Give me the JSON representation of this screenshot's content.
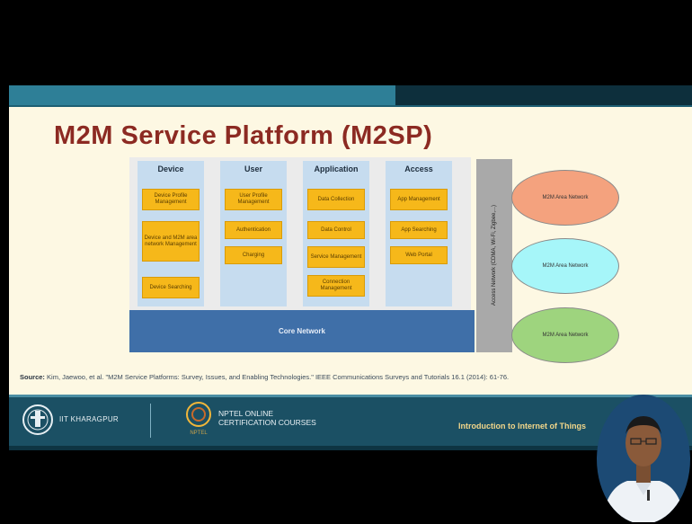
{
  "slide": {
    "title": "M2M Service Platform (M2SP)",
    "columns": [
      {
        "header": "Device",
        "items": [
          "Device Profile Management",
          "Device and M2M area network Management",
          "Device Searching"
        ]
      },
      {
        "header": "User",
        "items": [
          "User Profile Management",
          "Authentication",
          "Charging"
        ]
      },
      {
        "header": "Application",
        "items": [
          "Data Collection",
          "Data Control",
          "Service Management",
          "Connection Management"
        ]
      },
      {
        "header": "Access",
        "items": [
          "App Management",
          "App Searching",
          "Web Portal"
        ]
      }
    ],
    "core_network": "Core Network",
    "access_network": "Access Network (CDMA, Wi-Fi, Zigbee,...)",
    "area_networks": [
      {
        "label": "M2M Area Network",
        "color": "#f4a27e"
      },
      {
        "label": "M2M Area Network",
        "color": "#a6f6f9"
      },
      {
        "label": "M2M Area Network",
        "color": "#9ed47e"
      }
    ],
    "source_label": "Source:",
    "source_text": "Kim, Jaewoo, et al. \"M2M Service Platforms: Survey, Issues, and Enabling Technologies.\" IEEE Communications Surveys and Tutorials 16.1 (2014): 61-76."
  },
  "footer": {
    "institute": "IIT KHARAGPUR",
    "nptel_line1": "NPTEL ONLINE",
    "nptel_line2": "CERTIFICATION COURSES",
    "nptel_logo_text": "NPTEL",
    "course": "Introduction to Internet of Things"
  },
  "colors": {
    "title": "#8c2a22",
    "module_box": "#f6b81a",
    "column_bg": "#c6dcef",
    "core_network": "#3f6fa8",
    "footer_bg": "#1b5064"
  }
}
